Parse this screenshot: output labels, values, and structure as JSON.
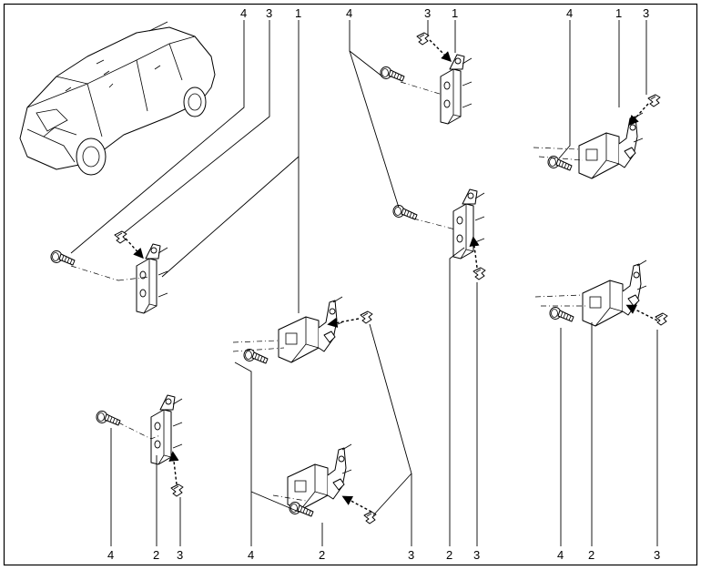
{
  "labels": {
    "top": [
      "4",
      "3",
      "1",
      "4",
      "3",
      "1",
      "4",
      "1",
      "3"
    ],
    "bottom": [
      "4",
      "2",
      "3",
      "4",
      "2",
      "3",
      "2",
      "3",
      "4",
      "2",
      "3"
    ]
  }
}
